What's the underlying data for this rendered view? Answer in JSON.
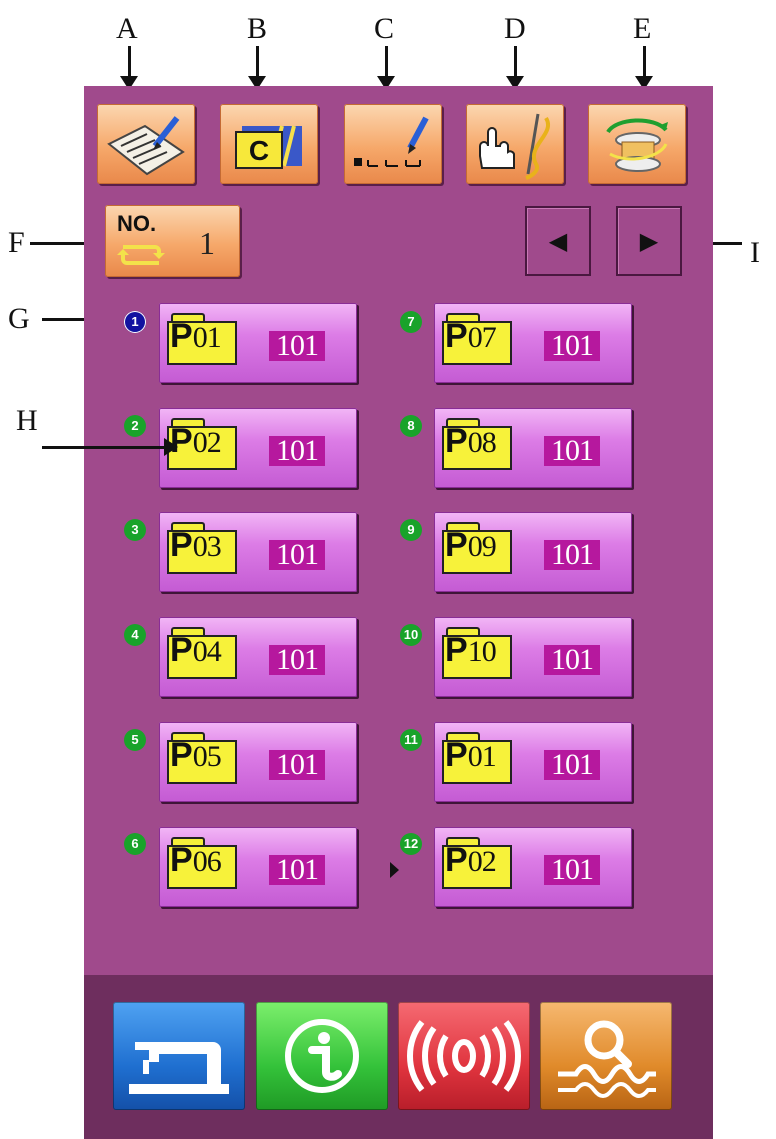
{
  "callouts": {
    "a": "A",
    "b": "B",
    "c": "C",
    "d": "D",
    "e": "E",
    "f": "F",
    "g": "G",
    "h": "H",
    "i": "I"
  },
  "toolbar": {
    "buttons": [
      {
        "icon": "pattern-data-edit-icon"
      },
      {
        "icon": "counter-icon"
      },
      {
        "icon": "stitch-edit-icon"
      },
      {
        "icon": "manual-needle-icon"
      },
      {
        "icon": "bobbin-winder-icon"
      }
    ],
    "accent": "#f6a86a"
  },
  "number_button": {
    "label": "NO.",
    "value": "1",
    "icon": "cycle-icon"
  },
  "paging": {
    "prev_icon": "◀",
    "next_icon": "▶"
  },
  "patterns": [
    {
      "badge": "1",
      "prefix": "P",
      "code": "01",
      "count": "101",
      "selected": true
    },
    {
      "badge": "2",
      "prefix": "P",
      "code": "02",
      "count": "101"
    },
    {
      "badge": "3",
      "prefix": "P",
      "code": "03",
      "count": "101"
    },
    {
      "badge": "4",
      "prefix": "P",
      "code": "04",
      "count": "101"
    },
    {
      "badge": "5",
      "prefix": "P",
      "code": "05",
      "count": "101"
    },
    {
      "badge": "6",
      "prefix": "P",
      "code": "06",
      "count": "101"
    },
    {
      "badge": "7",
      "prefix": "P",
      "code": "07",
      "count": "101"
    },
    {
      "badge": "8",
      "prefix": "P",
      "code": "08",
      "count": "101"
    },
    {
      "badge": "9",
      "prefix": "P",
      "code": "09",
      "count": "101"
    },
    {
      "badge": "10",
      "prefix": "P",
      "code": "10",
      "count": "101"
    },
    {
      "badge": "11",
      "prefix": "P",
      "code": "01",
      "count": "101"
    },
    {
      "badge": "12",
      "prefix": "P",
      "code": "02",
      "count": "101"
    }
  ],
  "footer": {
    "buttons": [
      {
        "icon": "sewing-machine-icon",
        "color": "#1f6fd0"
      },
      {
        "icon": "info-icon",
        "color": "#34c23a"
      },
      {
        "icon": "communication-icon",
        "color": "#e0343e"
      },
      {
        "icon": "search-icon",
        "color": "#e08a2a"
      }
    ]
  },
  "colors": {
    "panel": "#a04a8c",
    "footer": "#6e2e5e",
    "pattern_button": "#dc7ce6",
    "folder": "#f7f23a",
    "count_box": "#b6189e"
  }
}
